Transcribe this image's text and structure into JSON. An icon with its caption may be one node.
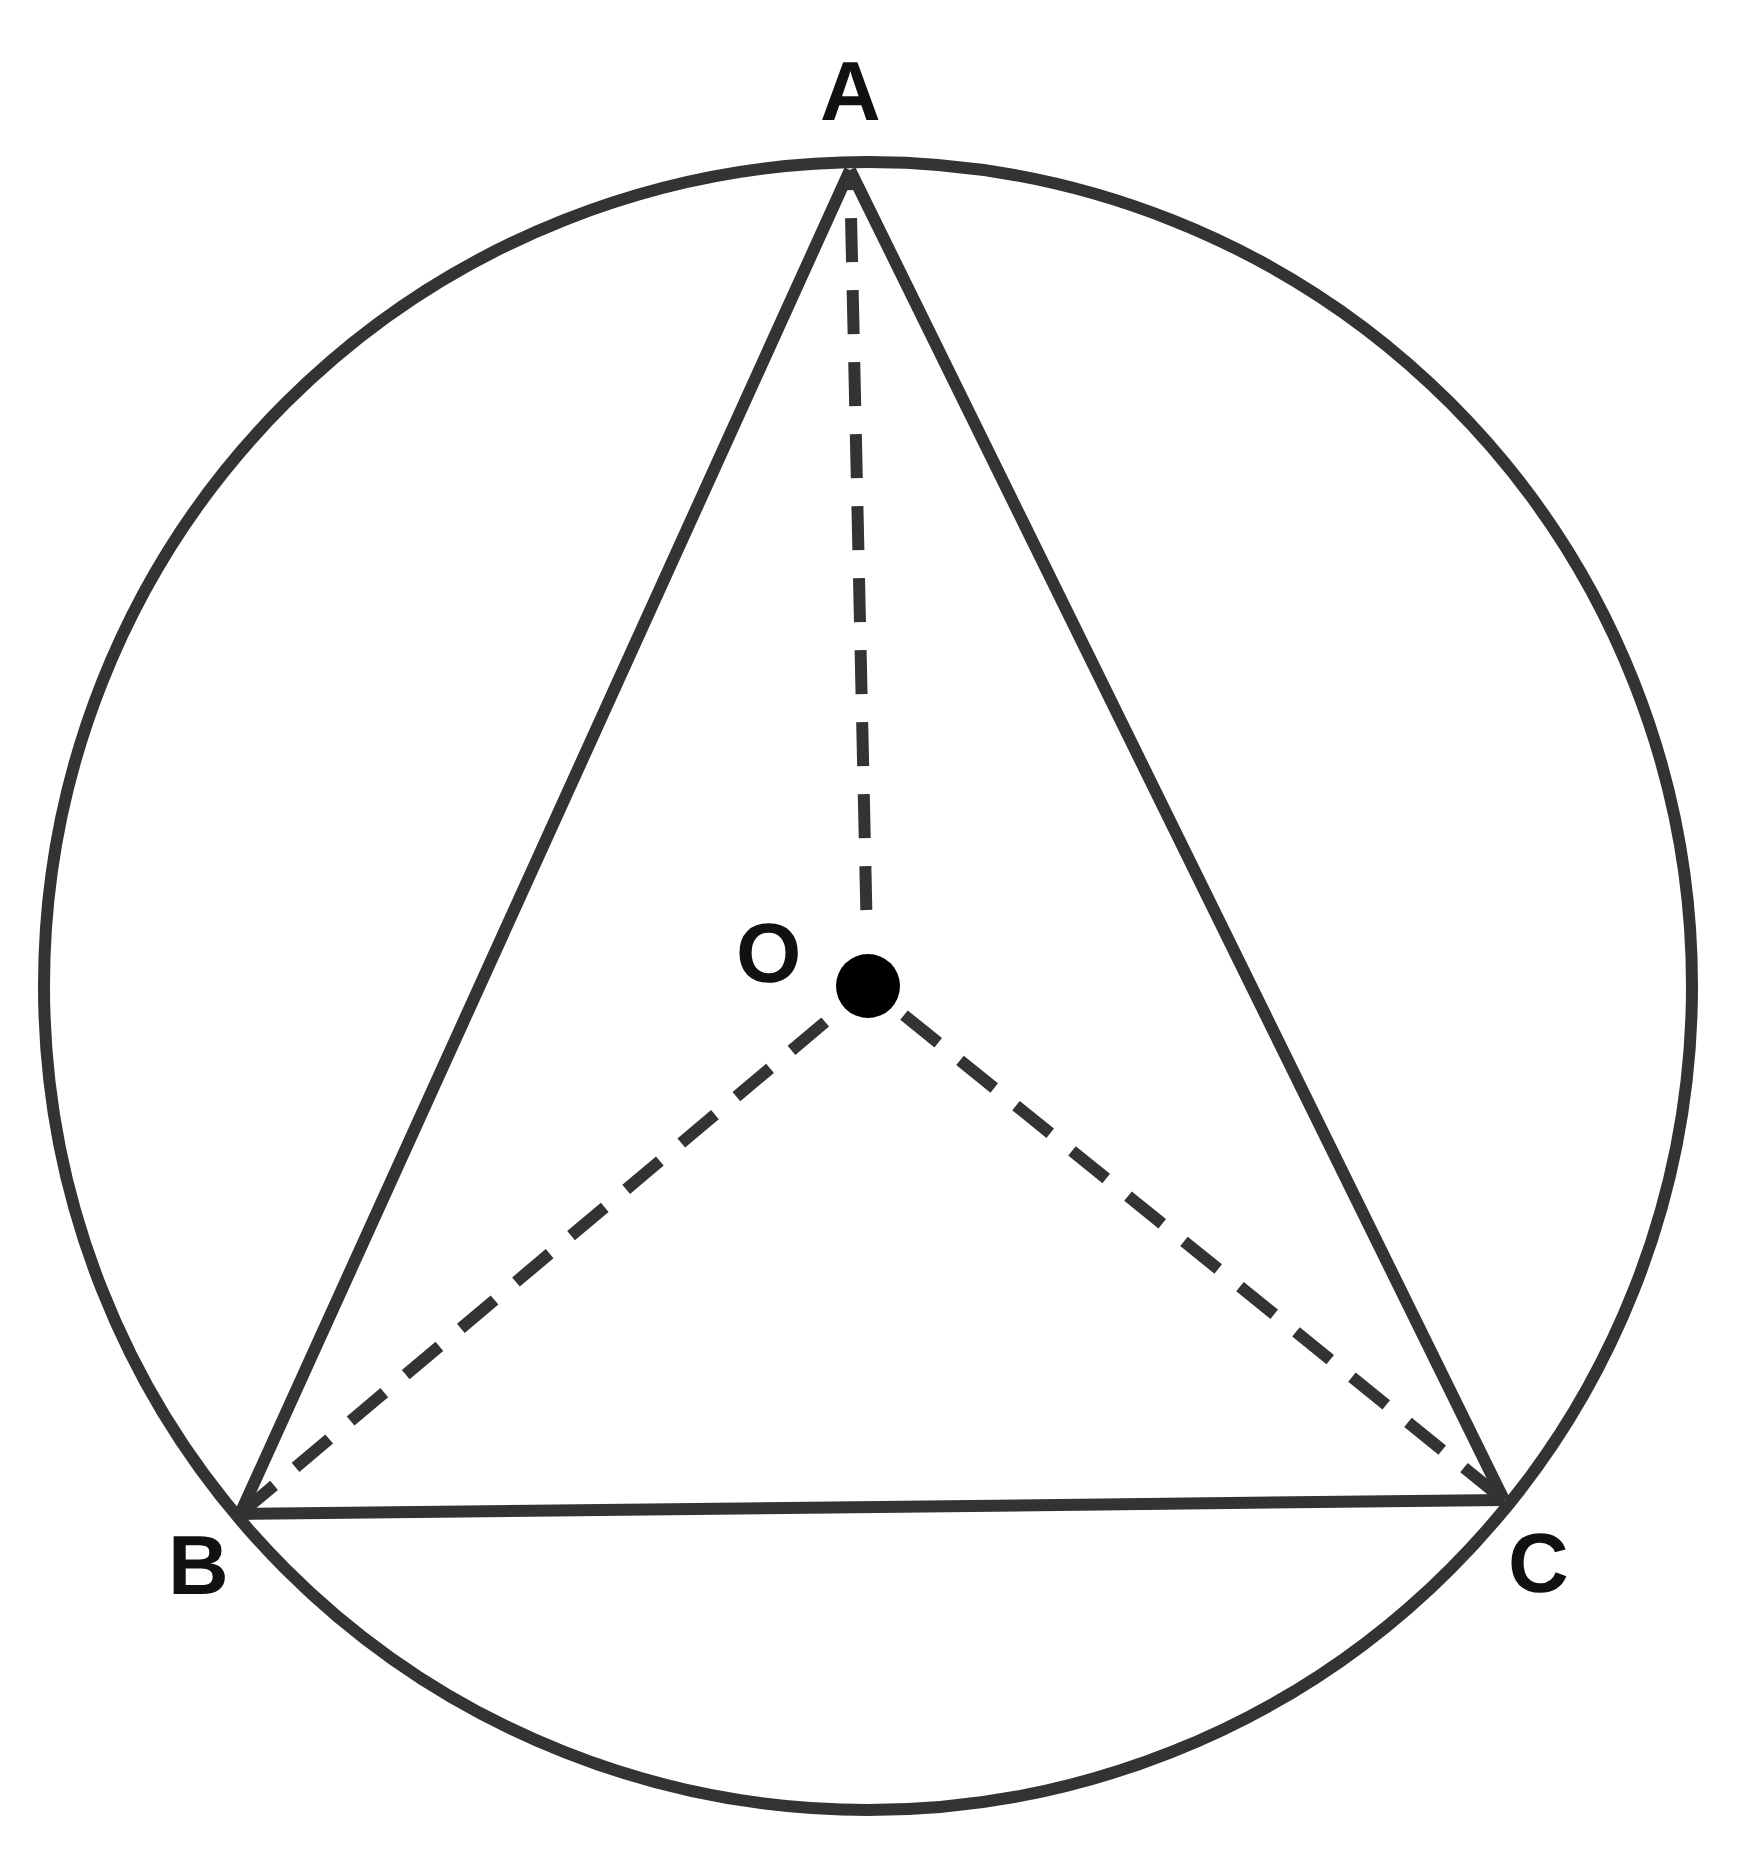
{
  "diagram": {
    "nodes": [
      {
        "text": [
          "A"
        ]
      },
      {
        "text": [
          "B"
        ]
      },
      {
        "text": [
          "C"
        ]
      },
      {
        "text": [
          "O"
        ]
      }
    ],
    "edges": [
      {
        "from": 0,
        "to": 1,
        "arrow": "none"
      },
      {
        "from": 1,
        "to": 2,
        "arrow": "none"
      },
      {
        "from": 2,
        "to": 0,
        "arrow": "none"
      },
      {
        "from": 3,
        "to": 0,
        "arrow": "none",
        "style": "dashed"
      },
      {
        "from": 3,
        "to": 1,
        "arrow": "none",
        "style": "dashed"
      },
      {
        "from": 3,
        "to": 2,
        "arrow": "none",
        "style": "dashed"
      }
    ]
  }
}
